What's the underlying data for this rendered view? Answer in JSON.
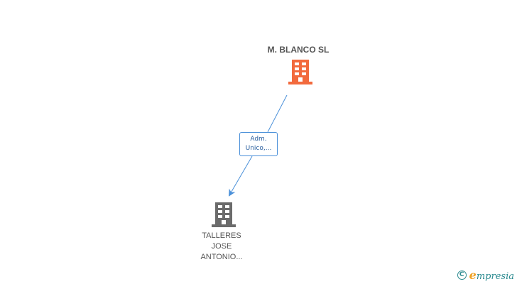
{
  "root_company": {
    "name": "M.  BLANCO SL",
    "icon": "building-icon",
    "color": "#f26a3d"
  },
  "relation": {
    "label_lines": [
      "Adm.",
      "Unico,..."
    ],
    "color": "#4a90d9"
  },
  "child_company": {
    "name_lines": [
      "TALLERES",
      "JOSE",
      "ANTONIO..."
    ],
    "icon": "building-icon",
    "color": "#6b6b6b"
  },
  "footer": {
    "copyright_symbol": "C",
    "brand_initial": "e",
    "brand_rest": "mpresia",
    "colors": {
      "brand": "#2a8a8f",
      "initial": "#f0a020"
    }
  }
}
